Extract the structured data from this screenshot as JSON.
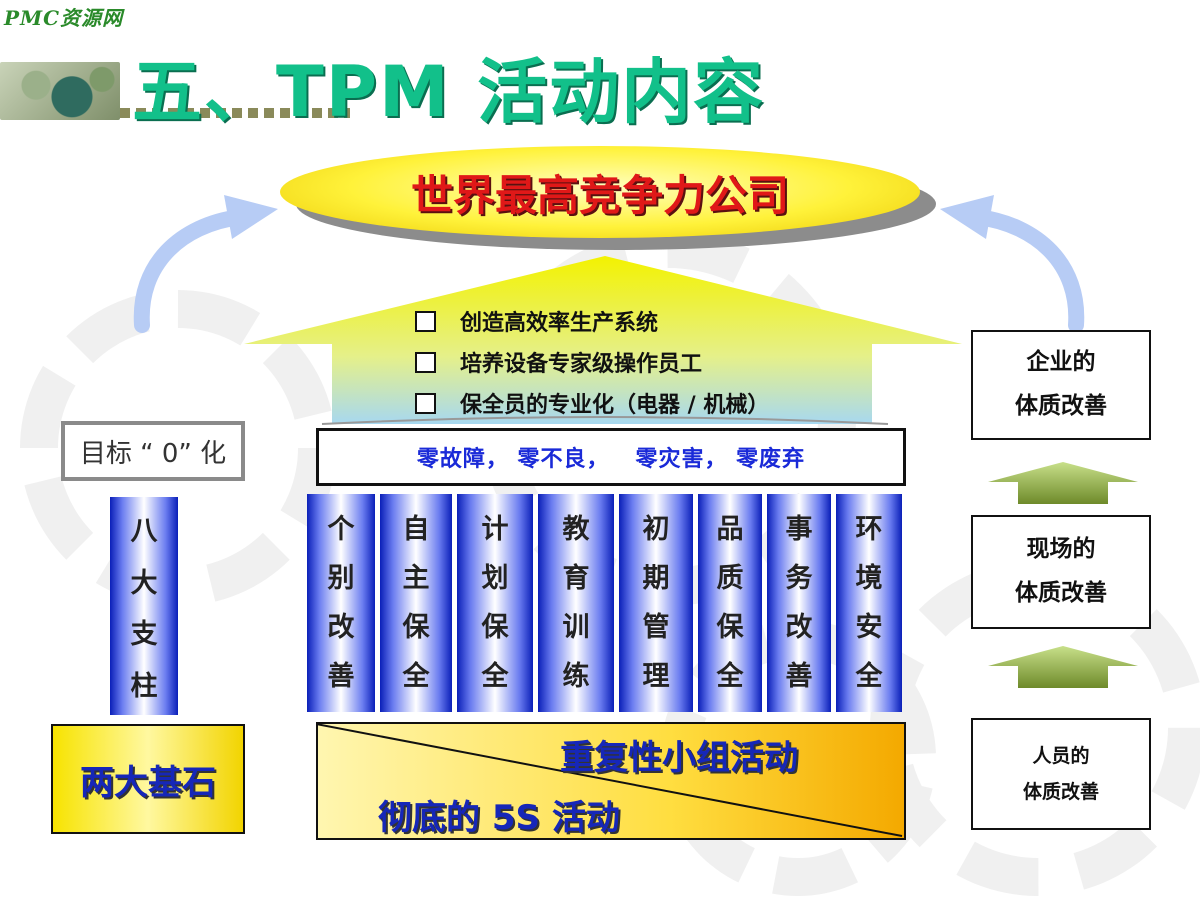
{
  "header": {
    "logo": "PMC资源网",
    "title": "五、TPM 活动内容"
  },
  "goal": "世界最高竞争力公司",
  "arrow_items": [
    "创造高效率生产系统",
    "培养设备专家级操作员工",
    "保全员的专业化（电器 / 机械）"
  ],
  "zero_banner": "零故障， 零不良，   零灾害， 零废弃",
  "pillars": [
    {
      "chars": [
        "个",
        "别",
        "改",
        "善"
      ]
    },
    {
      "chars": [
        "自",
        "主",
        "保",
        "全"
      ]
    },
    {
      "chars": [
        "计",
        "划",
        "保",
        "全"
      ]
    },
    {
      "chars": [
        "教",
        "育",
        "训",
        "练"
      ]
    },
    {
      "chars": [
        "初",
        "期",
        "管",
        "理"
      ]
    },
    {
      "chars": [
        "品",
        "质",
        "保",
        "全"
      ]
    },
    {
      "chars": [
        "事",
        "务",
        "改",
        "善"
      ]
    },
    {
      "chars": [
        "环",
        "境",
        "安",
        "全"
      ]
    }
  ],
  "left": {
    "zero_goal": "目标 “ 0” 化",
    "eight_pillars": [
      "八",
      "大",
      "支",
      "柱"
    ],
    "two_bases": "两大基石"
  },
  "base": {
    "top": "重复性小组活动",
    "bottom": "彻底的 5S 活动"
  },
  "right": {
    "boxes": [
      {
        "line1": "企业的",
        "line2": "体质改善"
      },
      {
        "line1": "现场的",
        "line2": "体质改善"
      },
      {
        "line1": "人员的",
        "line2": "体质改善"
      }
    ]
  },
  "colors": {
    "title": "#12c08a",
    "goal_text": "#e01818",
    "blue_text": "#1627b8",
    "pillar": "#0a1fb8",
    "arrow": "#b7ccf5"
  }
}
